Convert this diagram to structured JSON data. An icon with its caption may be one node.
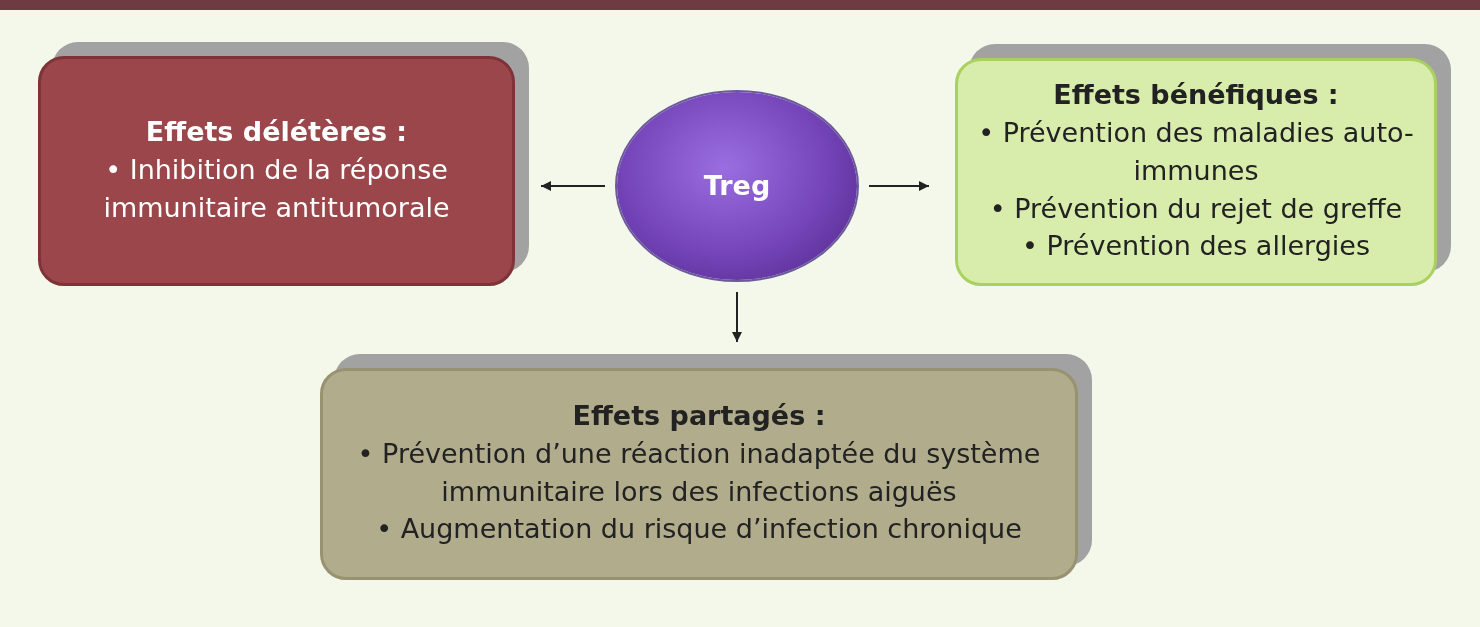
{
  "diagram": {
    "nodes": [
      {
        "text": [
          "Effets délétères :",
          "• Inhibition de la réponse immunitaire antitumorale"
        ]
      },
      {
        "text": [
          "Treg"
        ]
      },
      {
        "text": [
          "Effets bénéfiques :",
          "• Prévention des maladies auto-immunes",
          "• Prévention du rejet de greffe",
          "• Prévention des allergies"
        ]
      },
      {
        "text": [
          "Effets partagés :",
          "• Prévention d’une réaction inadaptée du système immunitaire lors des infections aiguës",
          "• Augmentation du risque d’infection chronique"
        ]
      }
    ],
    "edges": [
      {
        "from": 1,
        "to": 0,
        "arrow": "to"
      },
      {
        "from": 1,
        "to": 2,
        "arrow": "to"
      },
      {
        "from": 1,
        "to": 3,
        "arrow": "to"
      }
    ]
  }
}
